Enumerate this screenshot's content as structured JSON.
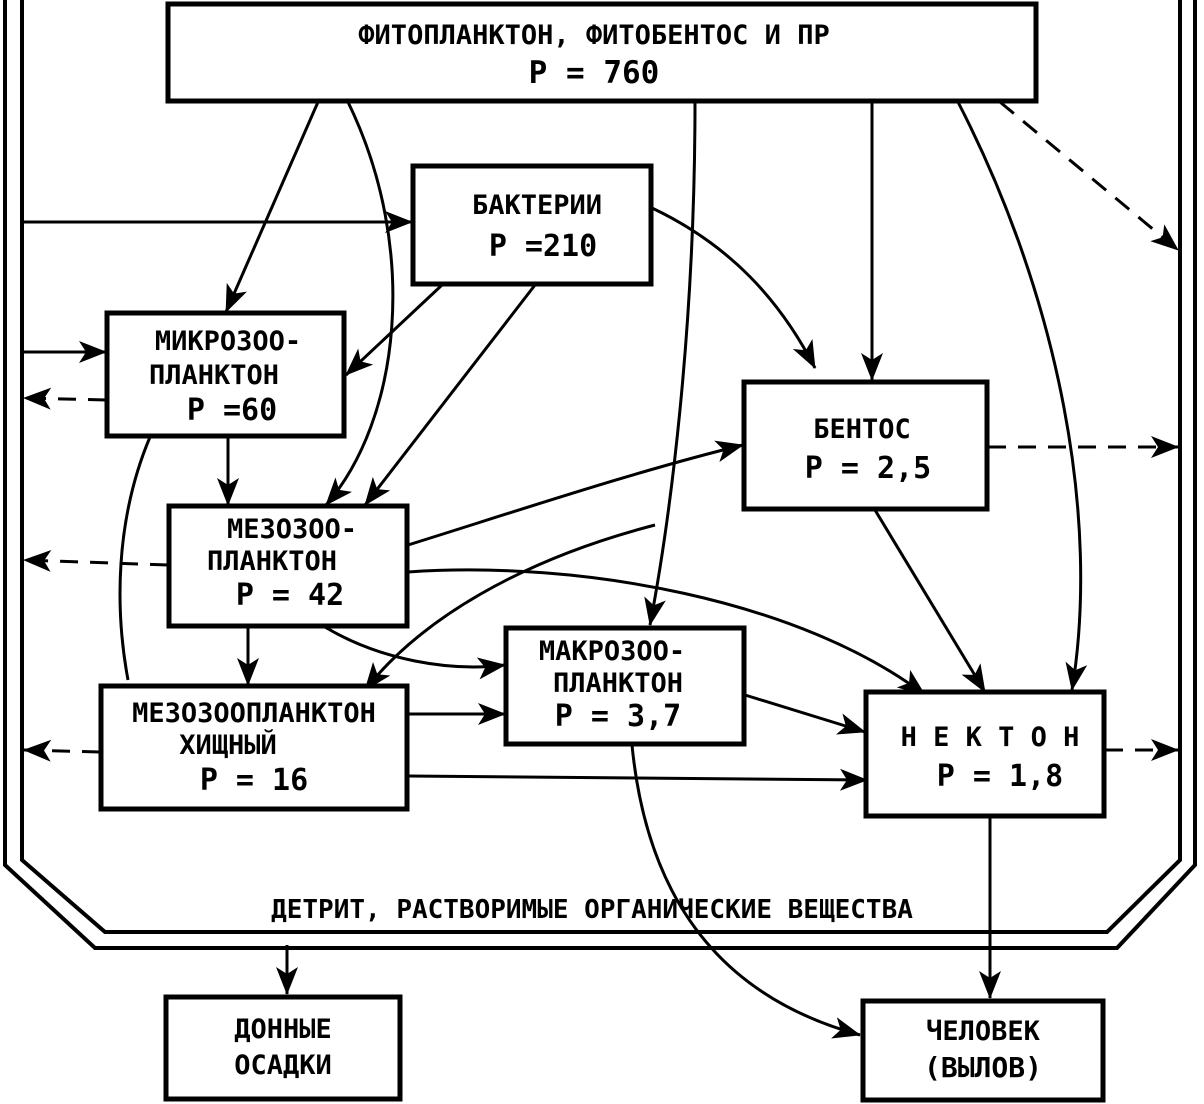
{
  "nodes": {
    "phyto": {
      "line1": "ФИТОПЛАНКТОН, ФИТОБЕНТОС И  ПР",
      "line2": "P = 760"
    },
    "bact": {
      "line1": "БАКТЕРИИ",
      "line2": "P =210"
    },
    "micro": {
      "line1": "МИКРОЗОО-",
      "line2": "ПЛАНКТОН",
      "line3": "P =60"
    },
    "benthos": {
      "line1": "БЕНТОС",
      "line2": "P = 2,5"
    },
    "meso": {
      "line1": "МЕЗОЗОО-",
      "line2": "ПЛАНКТОН",
      "line3": "P = 42"
    },
    "macro": {
      "line1": "МАКРОЗОО-",
      "line2": "ПЛАНКТОН",
      "line3": "P = 3,7"
    },
    "mesopred": {
      "line1": "МЕЗОЗООПЛАНКТОН",
      "line2": "ХИЩНЫЙ",
      "line3": "P = 16"
    },
    "nekton": {
      "line1": "Н Е К Т О Н",
      "line2": "P = 1,8"
    },
    "bottom": {
      "line1": "ДОННЫЕ",
      "line2": "ОСАДКИ"
    },
    "human": {
      "line1": "ЧЕЛОВЕК",
      "line2": "(ВЫЛОВ)"
    }
  },
  "detritus_label": "ДЕТРИТ, РАСТВОРИМЫЕ  ОРГАНИЧЕСКИЕ  ВЕЩЕСТВА"
}
